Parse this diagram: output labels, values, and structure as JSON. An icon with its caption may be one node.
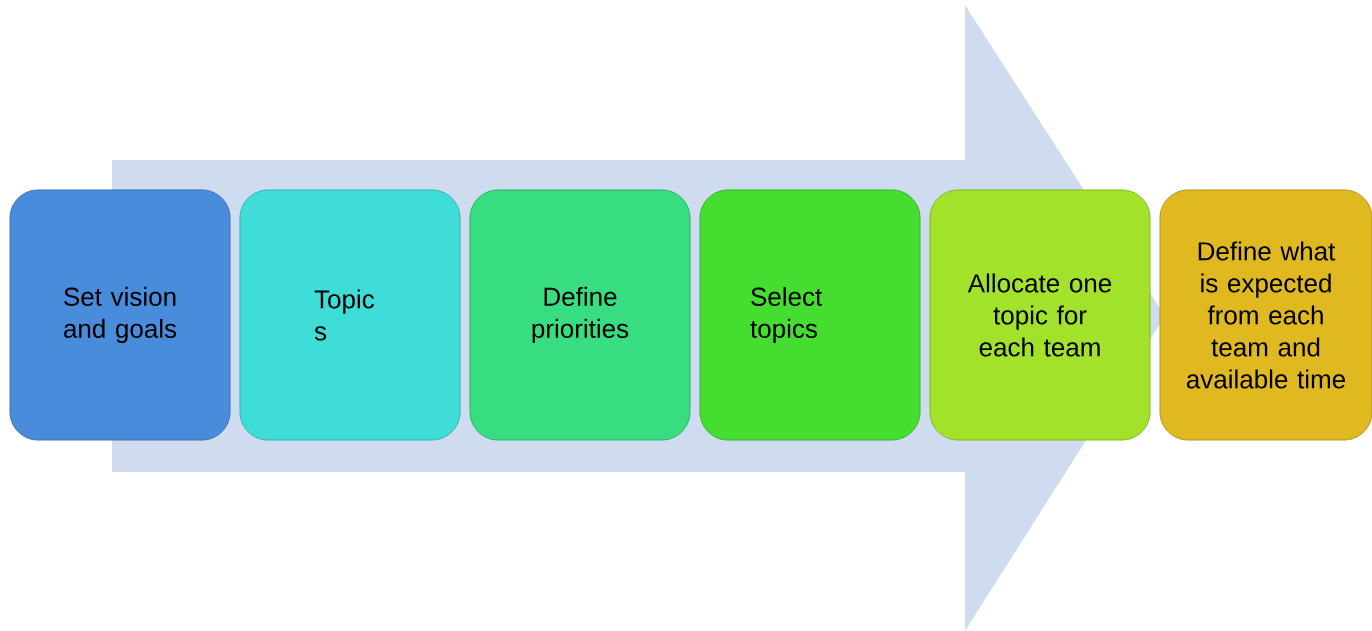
{
  "diagram": {
    "nodes": [
      {
        "text": [
          "Set vision and goals"
        ]
      },
      {
        "text": [
          "Topic s"
        ]
      },
      {
        "text": [
          "Define priorities"
        ]
      },
      {
        "text": [
          "Select topics"
        ]
      },
      {
        "text": [
          "Allocate one topic for each team"
        ]
      },
      {
        "text": [
          "Define what is expected from each team and available time"
        ]
      }
    ],
    "edges": []
  }
}
